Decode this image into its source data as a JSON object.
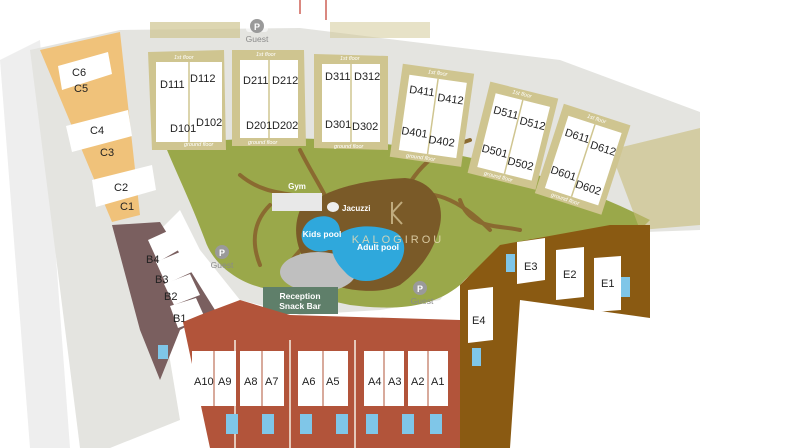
{
  "brand": "KALOGIROU",
  "buildings": {
    "C": [
      "C6",
      "C5",
      "C4",
      "C3",
      "C2",
      "C1"
    ],
    "B": [
      "B4",
      "B3",
      "B2",
      "B1"
    ],
    "A": [
      "A10",
      "A9",
      "A8",
      "A7",
      "A6",
      "A5",
      "A4",
      "A3",
      "A2",
      "A1"
    ],
    "E": [
      "E4",
      "E3",
      "E2",
      "E1"
    ],
    "D1": {
      "upper": [
        "D111",
        "D112"
      ],
      "lower": [
        "D101",
        "D102"
      ],
      "first_floor": "1st floor",
      "ground_floor": "ground floor"
    },
    "D2": {
      "upper": [
        "D211",
        "D212"
      ],
      "lower": [
        "D201",
        "D202"
      ],
      "first_floor": "1st floor",
      "ground_floor": "ground floor"
    },
    "D3": {
      "upper": [
        "D311",
        "D312"
      ],
      "lower": [
        "D301",
        "D302"
      ],
      "first_floor": "1st floor",
      "ground_floor": "ground floor"
    },
    "D4": {
      "upper": [
        "D411",
        "D412"
      ],
      "lower": [
        "D401",
        "D402"
      ],
      "first_floor": "1st floor",
      "ground_floor": "ground floor"
    },
    "D5": {
      "upper": [
        "D511",
        "D512"
      ],
      "lower": [
        "D501",
        "D502"
      ],
      "first_floor": "1st floor",
      "ground_floor": "ground floor"
    },
    "D6": {
      "upper": [
        "D611",
        "D612"
      ],
      "lower": [
        "D601",
        "D602"
      ],
      "first_floor": "1st floor",
      "ground_floor": "ground floor"
    }
  },
  "facilities": {
    "gym": "Gym",
    "jacuzzi": "Jacuzzi",
    "kids_pool": "Kids pool",
    "adult_pool": "Adult pool",
    "reception": "Reception",
    "snack_bar": "Snack Bar"
  },
  "parking": {
    "symbol": "P",
    "label": "Guest"
  },
  "colors": {
    "lawn": "#9aa84a",
    "pool": "#2fa8dc",
    "block_d": "#cfc590",
    "block_a": "#b2543a",
    "block_b": "#7a5f5f",
    "block_e": "#8a5a12",
    "block_c": "#f0c27a",
    "paving": "#e4e4e0",
    "path": "#8a6a30",
    "reception": "#5f7f6a",
    "parking": "#9a9a9a"
  }
}
